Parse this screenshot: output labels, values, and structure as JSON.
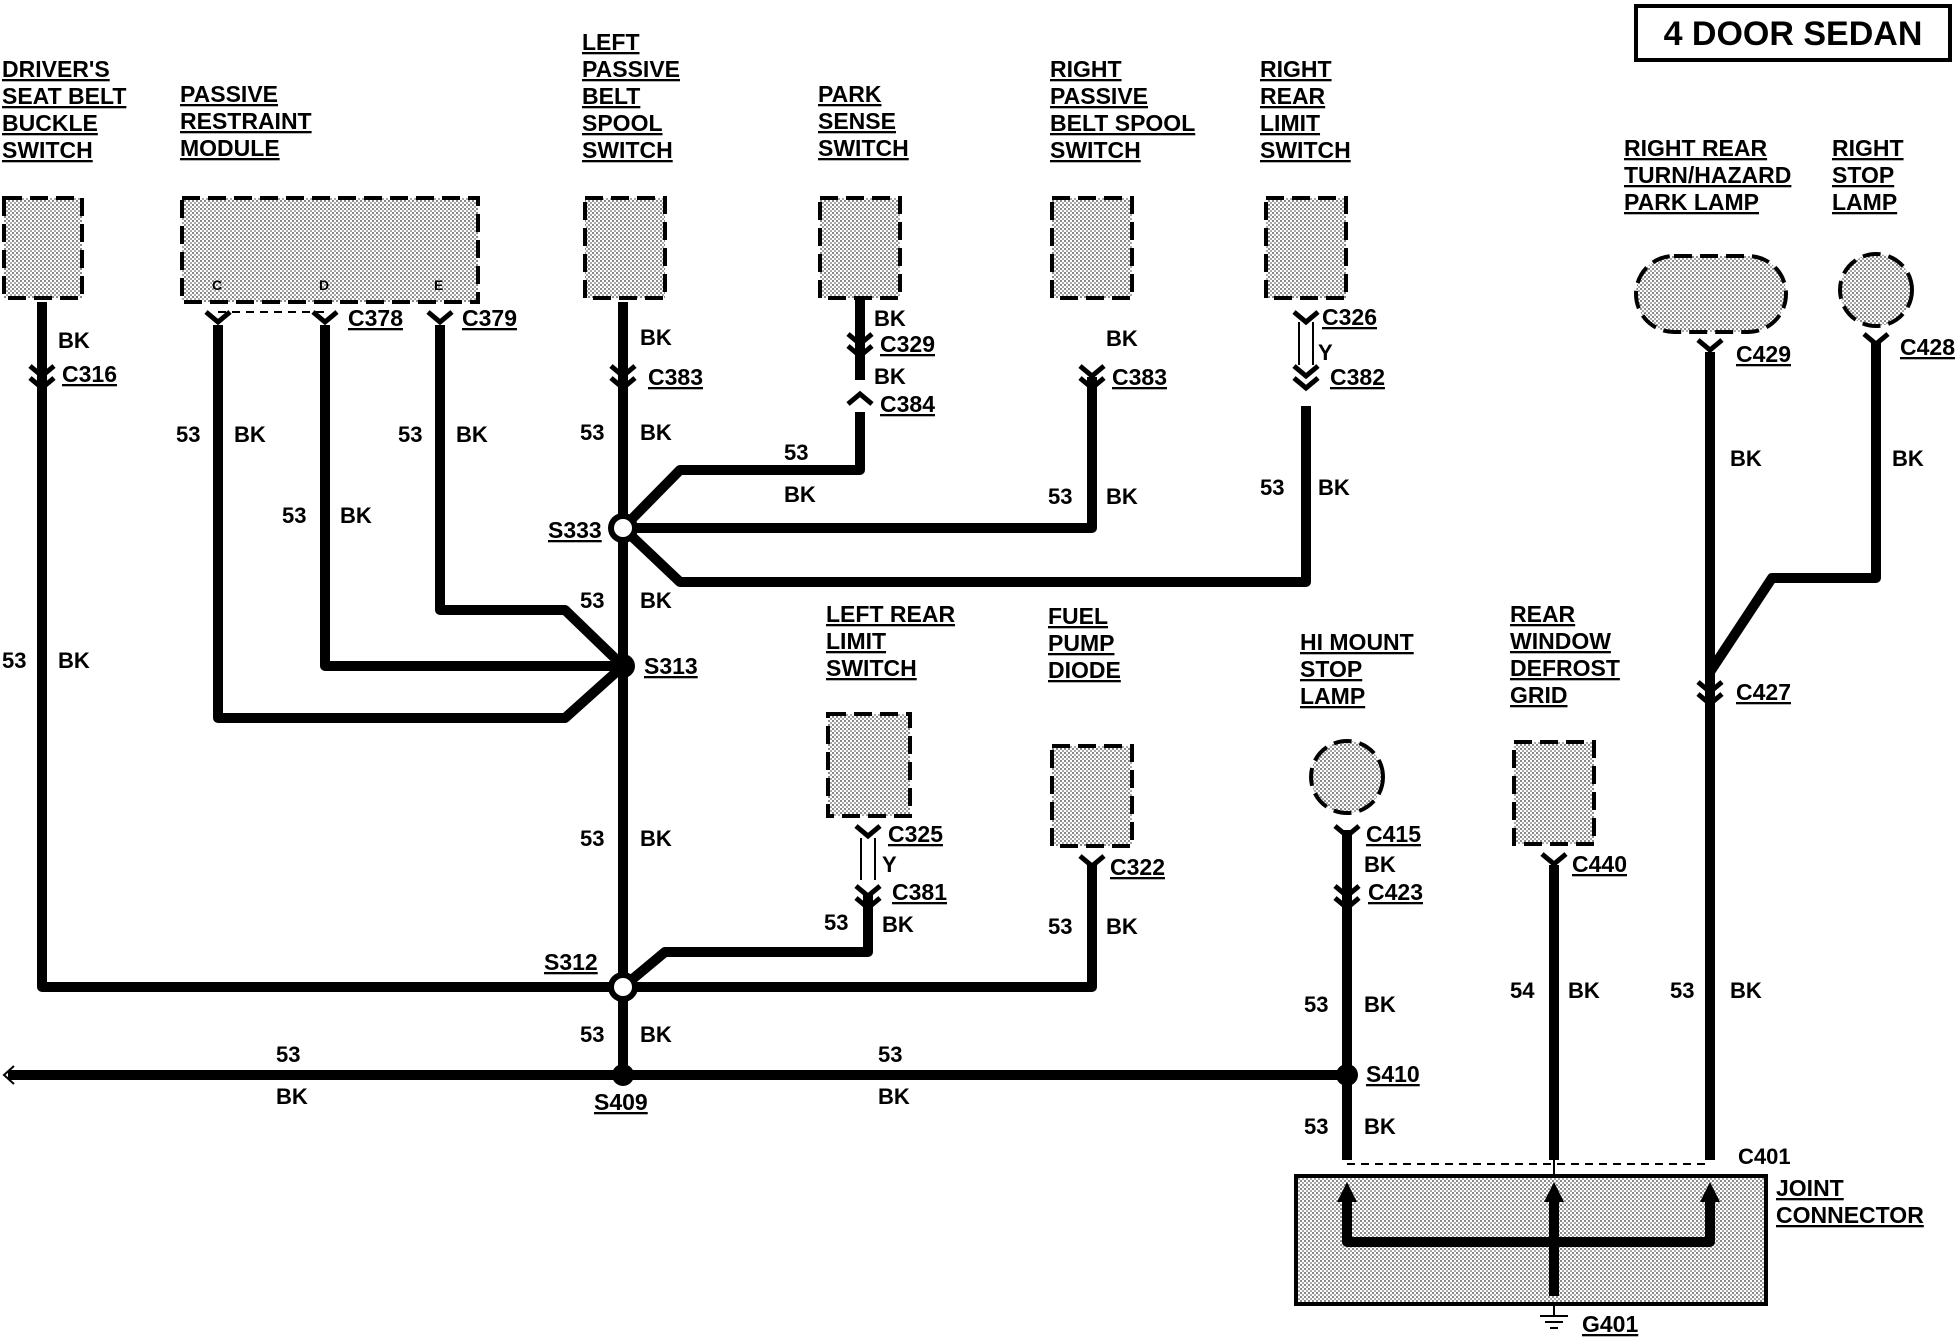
{
  "title": "4 DOOR SEDAN",
  "components": {
    "drivers_seat_belt_buckle_switch": [
      "DRIVER'S",
      "SEAT BELT",
      "BUCKLE",
      "SWITCH"
    ],
    "passive_restraint_module": [
      "PASSIVE",
      "RESTRAINT",
      "MODULE"
    ],
    "left_passive_belt_spool_switch": [
      "LEFT",
      "PASSIVE",
      "BELT",
      "SPOOL",
      "SWITCH"
    ],
    "park_sense_switch": [
      "PARK",
      "SENSE",
      "SWITCH"
    ],
    "right_passive_belt_spool_switch": [
      "RIGHT",
      "PASSIVE",
      "BELT SPOOL",
      "SWITCH"
    ],
    "right_rear_limit_switch": [
      "RIGHT",
      "REAR",
      "LIMIT",
      "SWITCH"
    ],
    "right_rear_turn_hazard_park_lamp": [
      "RIGHT REAR",
      "TURN/HAZARD",
      "PARK LAMP"
    ],
    "right_stop_lamp": [
      "RIGHT",
      "STOP",
      "LAMP"
    ],
    "left_rear_limit_switch": [
      "LEFT REAR",
      "LIMIT",
      "SWITCH"
    ],
    "fuel_pump_diode": [
      "FUEL",
      "PUMP",
      "DIODE"
    ],
    "hi_mount_stop_lamp": [
      "HI MOUNT",
      "STOP",
      "LAMP"
    ],
    "rear_window_defrost_grid": [
      "REAR",
      "WINDOW",
      "DEFROST",
      "GRID"
    ],
    "joint_connector": [
      "JOINT",
      "CONNECTOR"
    ]
  },
  "pins": {
    "c": "C",
    "d": "D",
    "e": "E"
  },
  "connectors": {
    "c316": "C316",
    "c378": "C378",
    "c379": "C379",
    "c383_left": "C383",
    "c329": "C329",
    "c384": "C384",
    "c383_right": "C383",
    "c326": "C326",
    "c382": "C382",
    "c429": "C429",
    "c428": "C428",
    "c427": "C427",
    "c325": "C325",
    "c381": "C381",
    "c322": "C322",
    "c415": "C415",
    "c423": "C423",
    "c440": "C440",
    "c401": "C401"
  },
  "splices": {
    "s333": "S333",
    "s313": "S313",
    "s312": "S312",
    "s409": "S409",
    "s410": "S410"
  },
  "ground": "G401",
  "wire_labels": {
    "gauge_53": "53",
    "gauge_54": "54",
    "color_bk": "BK",
    "color_y": "Y"
  }
}
